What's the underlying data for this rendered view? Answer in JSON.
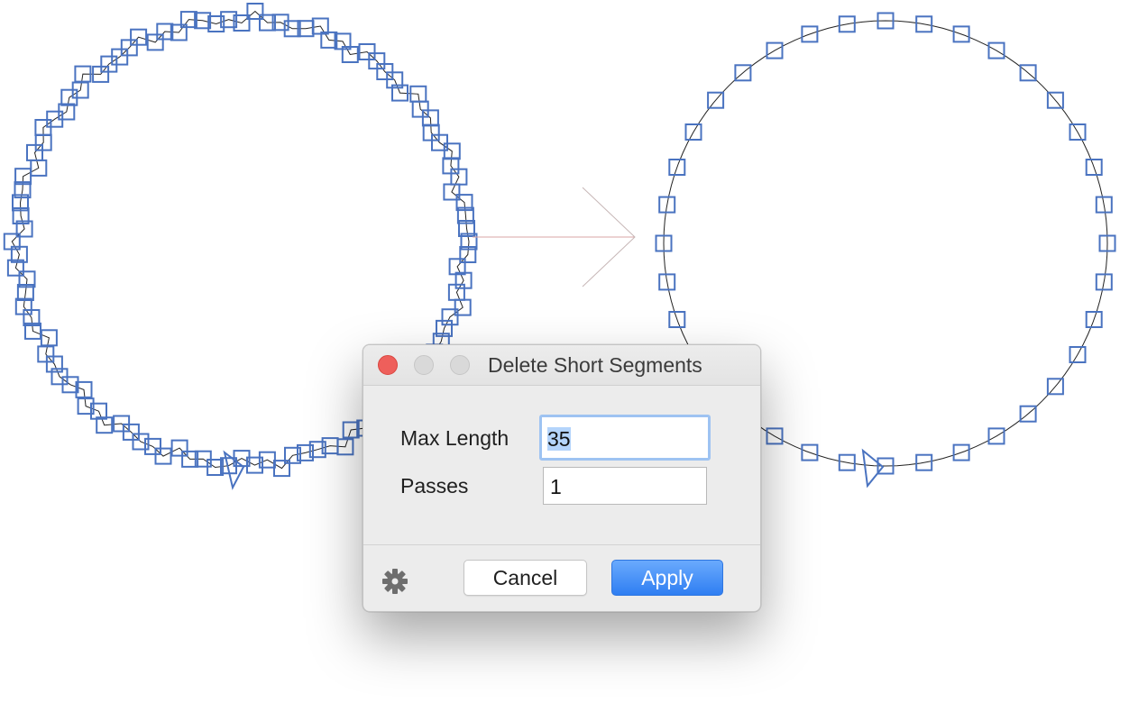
{
  "colors": {
    "accent": "#3d86f5",
    "node_stroke": "#4a73c0",
    "path_stroke": "#222222",
    "arrow_stroke": "#d8a4a4"
  },
  "canvas": {
    "before_shape": "circle-path-dense-nodes",
    "after_shape": "circle-path-simplified-nodes",
    "arrow_icon": "right-chevron-arrow"
  },
  "dialog": {
    "title": "Delete Short Segments",
    "fields": {
      "max_length": {
        "label": "Max Length",
        "value": "35"
      },
      "passes": {
        "label": "Passes",
        "value": "1"
      }
    },
    "buttons": {
      "cancel": "Cancel",
      "apply": "Apply"
    },
    "settings_icon": "gear-icon"
  }
}
